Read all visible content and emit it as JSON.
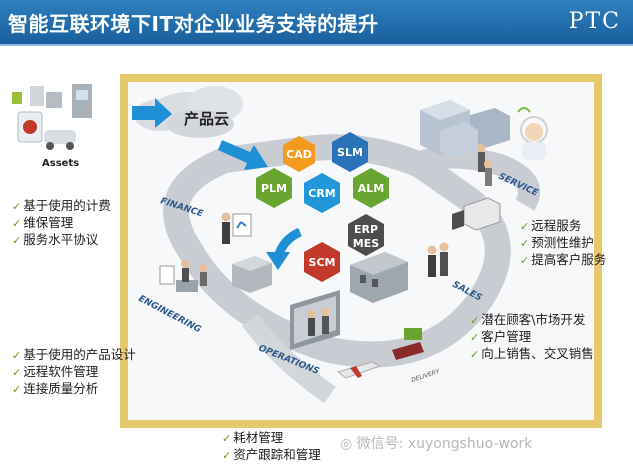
{
  "header": {
    "title": "智能互联环境下IT对企业业务支持的提升",
    "logo": "PTC"
  },
  "cloud_label": "产品云",
  "assets_label": "Assets",
  "hexagons": [
    {
      "label": "CAD",
      "color": "#f39a21"
    },
    {
      "label": "SLM",
      "color": "#2a73b8"
    },
    {
      "label": "PLM",
      "color": "#6aa531"
    },
    {
      "label": "CRM",
      "color": "#2196d8"
    },
    {
      "label": "ALM",
      "color": "#6aa531"
    },
    {
      "label": "ERP",
      "label2": "MES",
      "color": "#4d4d4d"
    },
    {
      "label": "SCM",
      "color": "#c0392b"
    }
  ],
  "road_labels": {
    "finance": "FINANCE",
    "engineering": "ENGINEERING",
    "operations": "OPERATIONS",
    "sales": "SALES",
    "service": "SERVICE",
    "delivery": "DELIVERY"
  },
  "left_top_list": [
    "基于使用的计费",
    "维保管理",
    "服务水平协议"
  ],
  "left_bottom_list": [
    "基于使用的产品设计",
    "远程软件管理",
    "连接质量分析"
  ],
  "right_top_list": [
    "远程服务",
    "预测性维护",
    "提高客户服务"
  ],
  "right_bottom_list": [
    "潜在顾客\\市场开发",
    "客户管理",
    "向上销售、交叉销售"
  ],
  "bottom_list": [
    "耗材管理",
    "资产跟踪和管理"
  ],
  "watermark": "微信号: xuyongshuo-work"
}
